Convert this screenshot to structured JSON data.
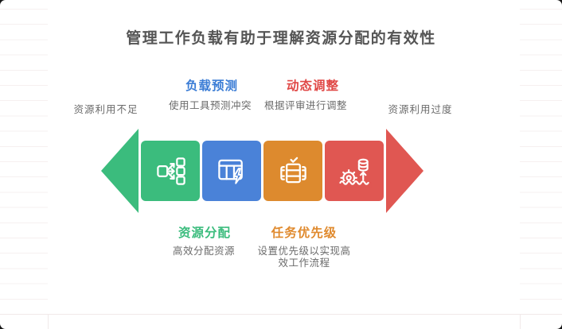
{
  "title": "管理工作负载有助于理解资源分配的有效性",
  "colors": {
    "title_text": "#555555",
    "muted_text": "#6b6b6b",
    "heading_blue": "#3a7cd5",
    "heading_red": "#e04846",
    "heading_green": "#3bbc7d",
    "heading_orange": "#e08a2e"
  },
  "annotations": {
    "top_left": {
      "heading": "负载预测",
      "sub": "使用工具预测冲突"
    },
    "top_right": {
      "heading": "动态调整",
      "sub": "根据评审进行调整"
    },
    "bottom_left": {
      "heading": "资源分配",
      "sub": "高效分配资源"
    },
    "bottom_right": {
      "heading": "任务优先级",
      "sub": "设置优先级以实现高效工作流程"
    },
    "side_left": "资源利用不足",
    "side_right": "资源利用过度"
  },
  "arrow": {
    "left_head_color": "#3bbc7d",
    "right_head_color": "#e05752",
    "segments": [
      {
        "icon": "branch-allocation-icon",
        "color": "#3bbc7d"
      },
      {
        "icon": "table-lightning-icon",
        "color": "#4a82d8"
      },
      {
        "icon": "checked-task-stack-icon",
        "color": "#dd8a2e"
      },
      {
        "icon": "sinking-gear-database-icon",
        "color": "#e05752"
      }
    ]
  }
}
